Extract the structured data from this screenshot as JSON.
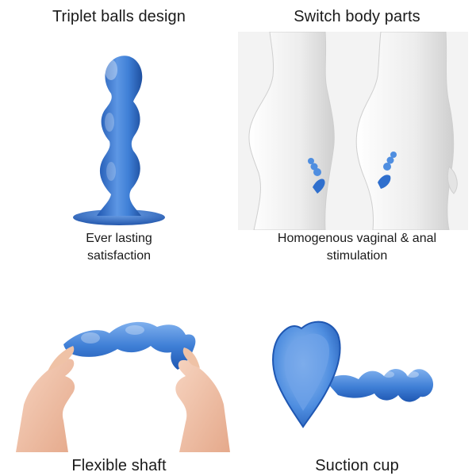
{
  "panels": {
    "triplet_balls": {
      "title": "Triplet balls design",
      "caption_line1": "Ever lasting",
      "caption_line2": "satisfaction"
    },
    "switch_body_parts": {
      "title": "Switch body parts",
      "caption_line1": "Homogenous vaginal & anal",
      "caption_line2": "stimulation"
    },
    "flexible_shaft": {
      "title": "Flexible shaft"
    },
    "suction_cup": {
      "title": "Suction cup"
    }
  },
  "colors": {
    "product_blue": "#3f7fd6",
    "product_dark": "#1f57b2",
    "product_light": "#9cc3f2",
    "skin": "#f1c3a8",
    "body_gray": "#e6e6e6",
    "text": "#1a1a1a"
  }
}
